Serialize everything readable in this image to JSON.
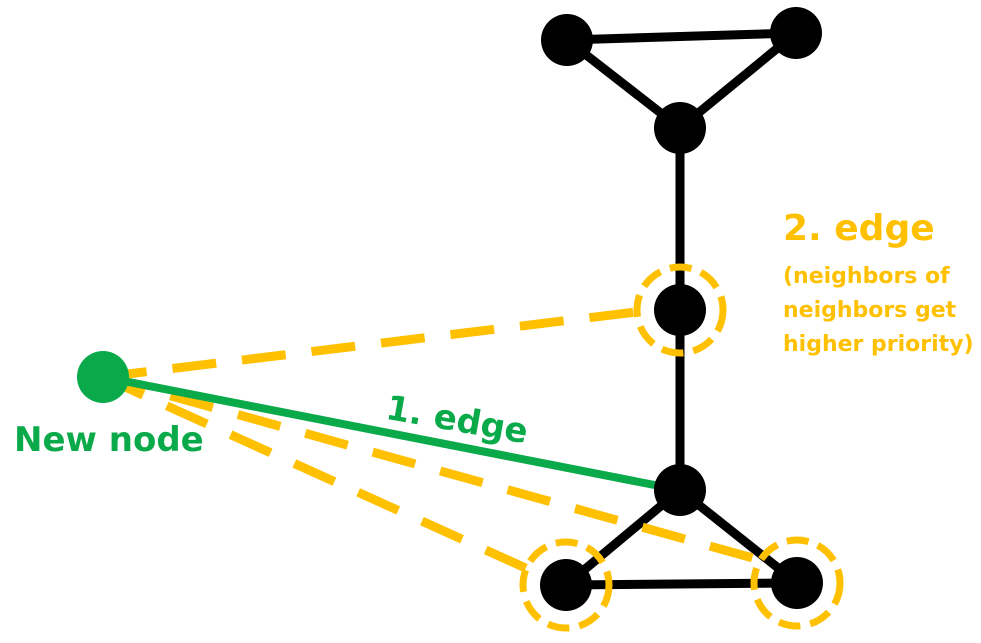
{
  "colors": {
    "node": "#000000",
    "new_node": "#0aaa4a",
    "candidate": "#ffc000",
    "background": "#ffffff"
  },
  "labels": {
    "new_node": "New node",
    "edge_1": "1. edge",
    "edge_2": "2. edge",
    "edge_2_note": [
      "(neighbors of",
      "neighbors get",
      "higher priority)"
    ]
  }
}
